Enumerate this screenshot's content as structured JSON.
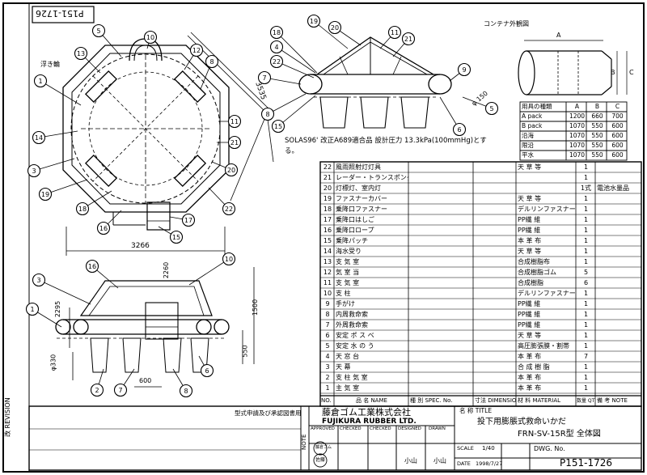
{
  "drawing_number_corner": "P151-1726",
  "note": "SOLAS96' 改正A689適合品 設計圧力 13.3kPa(100mmHg)とする。",
  "container_title": "コンテナ外観図",
  "container_dims": {
    "header": [
      "用具の種類",
      "A",
      "B",
      "C"
    ],
    "rows": [
      [
        "A pack",
        "1200",
        "660",
        "700"
      ],
      [
        "B pack",
        "1070",
        "550",
        "600"
      ],
      [
        "沿海",
        "1070",
        "550",
        "600"
      ],
      [
        "限沿",
        "1070",
        "550",
        "600"
      ],
      [
        "平水",
        "1070",
        "550",
        "600"
      ]
    ]
  },
  "container_labels": {
    "a": "A",
    "b": "B",
    "c": "C"
  },
  "dimensions": {
    "d3535": "3535",
    "d3266": "3266",
    "d2260": "2260",
    "d1500": "1500",
    "d2295": "2295",
    "d550": "550",
    "d330": "φ330",
    "d600": "600",
    "d150": "φ 150"
  },
  "top_view_balloons": [
    "5",
    "10",
    "13",
    "12",
    "8",
    "1",
    "14",
    "3",
    "19",
    "18",
    "16",
    "15",
    "17",
    "11",
    "21",
    "20",
    "22"
  ],
  "top_label": "浮き輪",
  "side_view_balloons": [
    "18",
    "19",
    "20",
    "4",
    "22",
    "7",
    "8",
    "15",
    "11",
    "21",
    "9",
    "5",
    "6"
  ],
  "front_view_balloons": [
    "3",
    "16",
    "1",
    "2",
    "7",
    "8",
    "10",
    "6"
  ],
  "parts": [
    {
      "no": "22",
      "name": "風雨照射灯灯具",
      "material": "天 草 等",
      "qty": "1",
      "note": ""
    },
    {
      "no": "21",
      "name": "レーダー・トランスポンダ 取付具",
      "material": "",
      "qty": "1",
      "note": ""
    },
    {
      "no": "20",
      "name": "灯標灯、室内灯",
      "material": "",
      "qty": "1式",
      "note": "電池水量品"
    },
    {
      "no": "19",
      "name": "ファスナーカバー",
      "material": "天 草 等",
      "qty": "1",
      "note": ""
    },
    {
      "no": "18",
      "name": "乗降口ファスナー",
      "material": "デルリンファスナー",
      "qty": "1",
      "note": ""
    },
    {
      "no": "17",
      "name": "乗降口はしご",
      "material": "PP繊 維",
      "qty": "1",
      "note": ""
    },
    {
      "no": "16",
      "name": "乗降口ロープ",
      "material": "PP繊 維",
      "qty": "1",
      "note": ""
    },
    {
      "no": "15",
      "name": "乗降パッチ",
      "material": "本 革 布",
      "qty": "1",
      "note": ""
    },
    {
      "no": "14",
      "name": "海水受り",
      "material": "天 草 等",
      "qty": "1",
      "note": ""
    },
    {
      "no": "13",
      "name": "支 気 室",
      "material": "合成樹脂布",
      "qty": "1",
      "note": ""
    },
    {
      "no": "12",
      "name": "気 室 当",
      "material": "合成樹脂ゴム",
      "qty": "5",
      "note": ""
    },
    {
      "no": "11",
      "name": "支 気 室",
      "material": "合成樹脂",
      "qty": "6",
      "note": ""
    },
    {
      "no": "10",
      "name": "支 柱",
      "material": "デルリンファスナー",
      "qty": "1",
      "note": ""
    },
    {
      "no": "9",
      "name": "手がけ",
      "material": "PP繊 維",
      "qty": "1",
      "note": ""
    },
    {
      "no": "8",
      "name": "内周救命索",
      "material": "PP繊 維",
      "qty": "1",
      "note": ""
    },
    {
      "no": "7",
      "name": "外周救命索",
      "material": "PP繊 維",
      "qty": "1",
      "note": ""
    },
    {
      "no": "6",
      "name": "安定 ポ ス ベ",
      "material": "天 草 等",
      "qty": "1",
      "note": ""
    },
    {
      "no": "5",
      "name": "安定 水 の う",
      "material": "高圧膨張膜・割帯",
      "qty": "1",
      "note": ""
    },
    {
      "no": "4",
      "name": "天 窓 台",
      "material": "本 革 布",
      "qty": "7",
      "note": ""
    },
    {
      "no": "3",
      "name": "天 幕",
      "material": "合 成 樹 脂",
      "qty": "1",
      "note": ""
    },
    {
      "no": "2",
      "name": "支 柱 気 室",
      "material": "本 革 布",
      "qty": "1",
      "note": ""
    },
    {
      "no": "1",
      "name": "主 気 室",
      "material": "本 革 布",
      "qty": "1",
      "note": ""
    }
  ],
  "parts_header": {
    "no": "NO.",
    "name": "品 名 NAME",
    "spec": "種 別 SPEC. No.",
    "dimension": "寸法 DIMENSION",
    "material": "材 料 MATERIAL",
    "qty": "数量 QTY",
    "note": "備 考 NOTE"
  },
  "revision_label": "改 REVISION",
  "note_label": "NOTE",
  "revision_note": "型式申請及び承認図書用",
  "company_jp": "藤倉ゴム工業株式会社",
  "company_en": "FUJIKURA RUBBER LTD.",
  "title_label": "名 称 TITLE",
  "title_line1": "投下用膨脹式救命いかだ",
  "title_line2": "FRN-SV-15R型 全体図",
  "approval_headers": [
    "APPROVED",
    "CHECKED",
    "CHECKED",
    "DESIGNED",
    "DRAWN"
  ],
  "approval_names": [
    "小山",
    "小山"
  ],
  "stamp_top": "藤倉ゴム",
  "stamp_bottom": "佐藤",
  "scale_label": "SCALE",
  "scale_value": "1/40",
  "dwg_label": "DWG. No.",
  "date_label": "DATE",
  "date_value": "1998/7/27",
  "drawing_number": "P151-1726"
}
